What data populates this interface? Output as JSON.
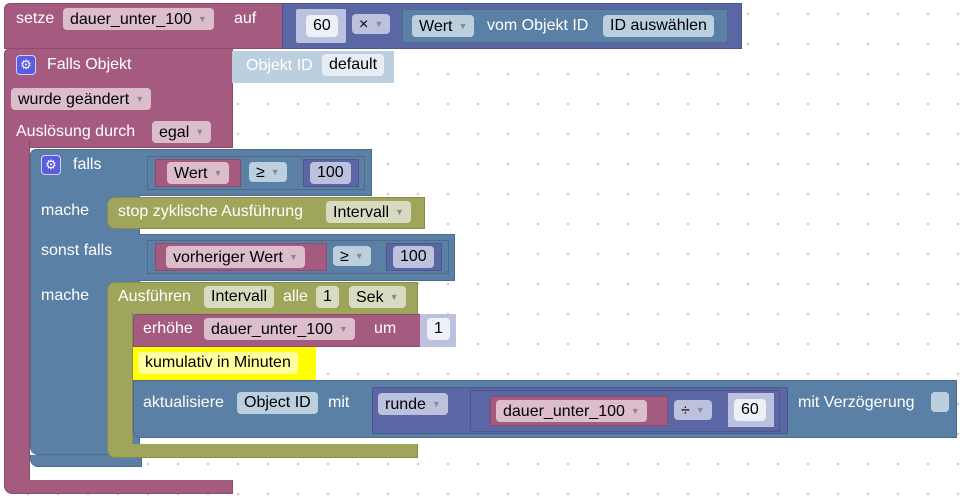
{
  "set_block": {
    "label": "setze",
    "variable": "dauer_unter_100",
    "to_label": "auf",
    "multiplier": "60",
    "operator": "×",
    "value_dropdown": "Wert",
    "from_label": "vom Objekt ID",
    "id_select": "ID auswählen"
  },
  "trigger_block": {
    "label": "Falls Objekt",
    "object_id_label": "Objekt ID",
    "object_id_value": "default",
    "condition": "wurde geändert",
    "trigger_label": "Auslösung durch",
    "trigger_value": "egal"
  },
  "if_block": {
    "if_label": "falls",
    "if_value": "Wert",
    "if_operator": "≥",
    "if_number": "100",
    "do_label_1": "mache",
    "stop_label": "stop zyklische Ausführung",
    "stop_value": "Intervall",
    "elseif_label": "sonst falls",
    "elseif_value": "vorheriger Wert",
    "elseif_operator": "≥",
    "elseif_number": "100",
    "do_label_2": "mache"
  },
  "interval_block": {
    "label": "Ausführen",
    "name": "Intervall",
    "every_label": "alle",
    "every_value": "1",
    "unit": "Sek"
  },
  "increment_block": {
    "label": "erhöhe",
    "variable": "dauer_unter_100",
    "by_label": "um",
    "by_value": "1"
  },
  "comment_block": {
    "text": "kumulativ in Minuten"
  },
  "update_block": {
    "label": "aktualisiere",
    "object_id": "Object ID",
    "with_label": "mit",
    "round_op": "runde",
    "variable": "dauer_unter_100",
    "operator": "÷",
    "divisor": "60",
    "delay_label": "mit Verzögerung"
  },
  "colors": {
    "logic_purple": "#a55b80",
    "control_blue": "#5b80a5",
    "timer_green": "#9fa55b",
    "math_indigo": "#5b67a5",
    "comment_yellow": "#ffff00"
  }
}
